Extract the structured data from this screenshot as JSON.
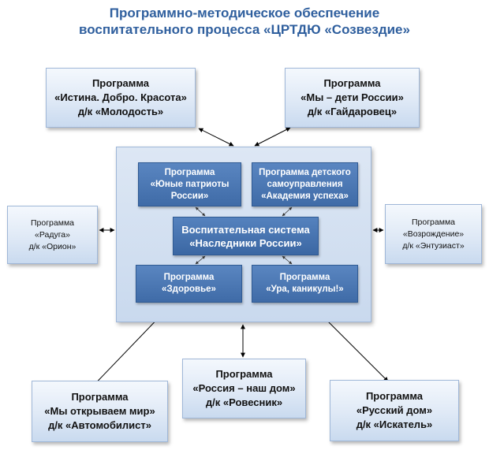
{
  "title": {
    "line1": "Программно-методическое обеспечение",
    "line2": "воспитательного процесса «ЦРТДЮ «Созвездие»"
  },
  "outer_boxes": {
    "top_left": {
      "line1": "Программа",
      "line2": "«Истина. Добро. Красота»",
      "line3": "д/к «Молодость»"
    },
    "top_right": {
      "line1": "Программа",
      "line2": "«Мы – дети России»",
      "line3": "д/к «Гайдаровец»"
    },
    "mid_left": {
      "line1": "Программа",
      "line2": "«Радуга»",
      "line3": "д/к «Орион»"
    },
    "mid_right": {
      "line1": "Программа",
      "line2": "«Возрождение»",
      "line3": "д/к «Энтузиаст»"
    },
    "bottom_left": {
      "line1": "Программа",
      "line2": "«Мы открываем мир»",
      "line3": "д/к «Автомобилист»"
    },
    "bottom_center": {
      "line1": "Программа",
      "line2": "«Россия – наш дом»",
      "line3": "д/к «Ровесник»"
    },
    "bottom_right": {
      "line1": "Программа",
      "line2": "«Русский дом»",
      "line3": "д/к «Искатель»"
    }
  },
  "inner_boxes": {
    "young_patriots": {
      "line1": "Программа",
      "line2": "«Юные патриоты",
      "line3": "России»"
    },
    "academy": {
      "line1": "Программа  детского",
      "line2": "самоуправления",
      "line3": "«Академия успеха»"
    },
    "health": {
      "line1": "Программа",
      "line2": "«Здоровье»"
    },
    "holidays": {
      "line1": "Программа",
      "line2": "«Ура, каникулы!»"
    }
  },
  "core": {
    "line1": "Воспитательная система",
    "line2": "«Наследники России»"
  },
  "colors": {
    "title": "#2f5f9e",
    "inner_fill": "#4a77b4",
    "panel_fill": "#d3e0f1",
    "arrow": "#000000"
  }
}
